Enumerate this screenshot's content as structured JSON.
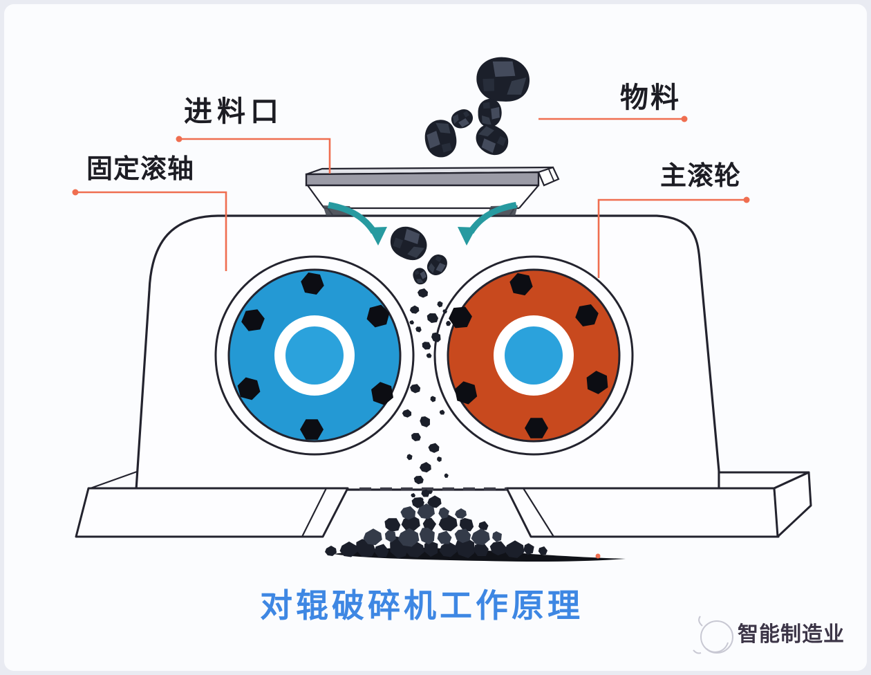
{
  "labels": {
    "feed_inlet": "进料口",
    "material": "物料",
    "fixed_roller": "固定滚轴",
    "main_roller": "主滚轮"
  },
  "title": "对辊破碎机工作原理",
  "watermark": "智能制造业",
  "colors": {
    "bg": "#e9ebf2",
    "card": "#fbfcfe",
    "machine_fill": "#fdfdff",
    "outline": "#23232e",
    "roller_blue": "#2499d4",
    "center_blue": "#2ba2dc",
    "roller_red": "#c8491e",
    "hopper_rim": "#9b9ba6",
    "leader": "#ef6e50",
    "arrow": "#279aa0",
    "coal_dark": "#1b1f2a",
    "title_blue": "#3e87e3",
    "label_dark": "#1d1d24",
    "watermark_gray": "#3c3547"
  }
}
